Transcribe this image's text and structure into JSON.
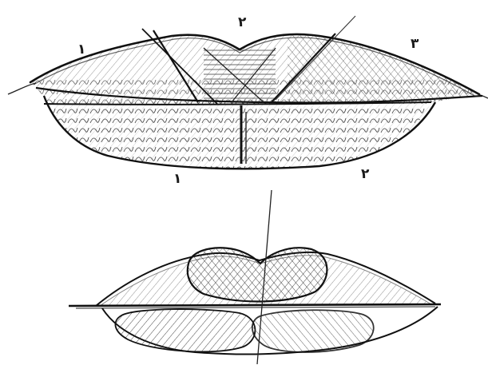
{
  "labels": {
    "upper_left": "۱",
    "upper_center": "۲",
    "upper_right": "۳",
    "lower_left": "۱",
    "lower_right": "۲"
  },
  "colors": {
    "ink": "#1a1a1a",
    "paper": "#ffffff"
  }
}
